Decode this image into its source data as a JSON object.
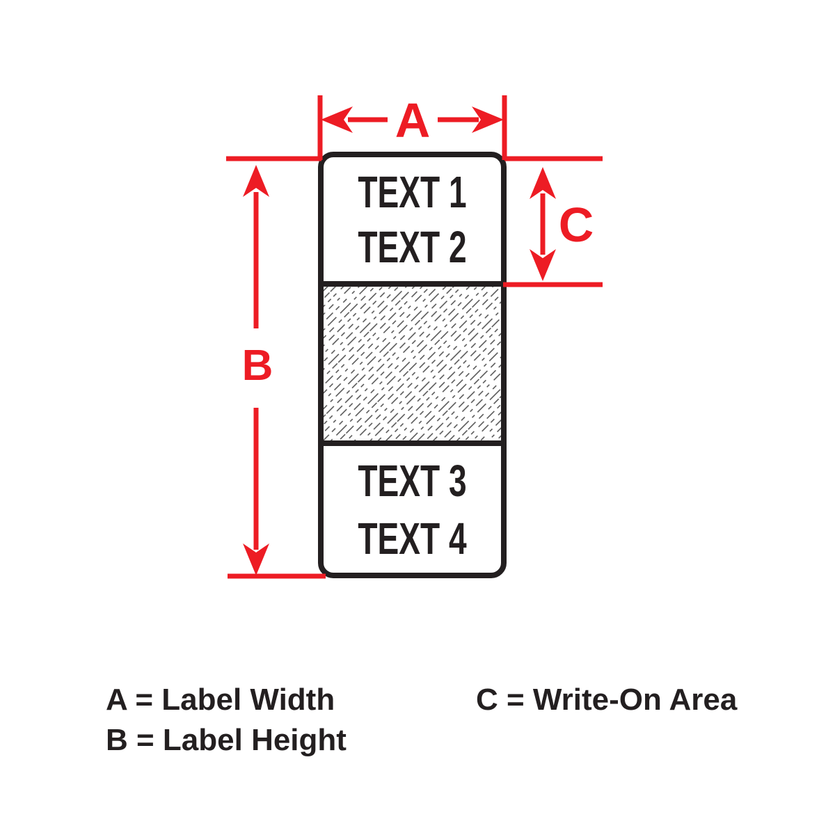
{
  "label_preview": {
    "top_section_lines": [
      "TEXT 1",
      "TEXT 2"
    ],
    "bottom_section_lines": [
      "TEXT 3",
      "TEXT 4"
    ]
  },
  "dimension_markers": {
    "width_letter": "A",
    "height_letter": "B",
    "write_on_letter": "C"
  },
  "legend": {
    "width": "A = Label Width",
    "height": "B = Label Height",
    "write_on": "C = Write-On Area"
  },
  "colors": {
    "dimension_red": "#ED1C24",
    "line_black": "#231F20",
    "hatch_gray": "#4D4D4D",
    "background": "#FFFFFF"
  }
}
